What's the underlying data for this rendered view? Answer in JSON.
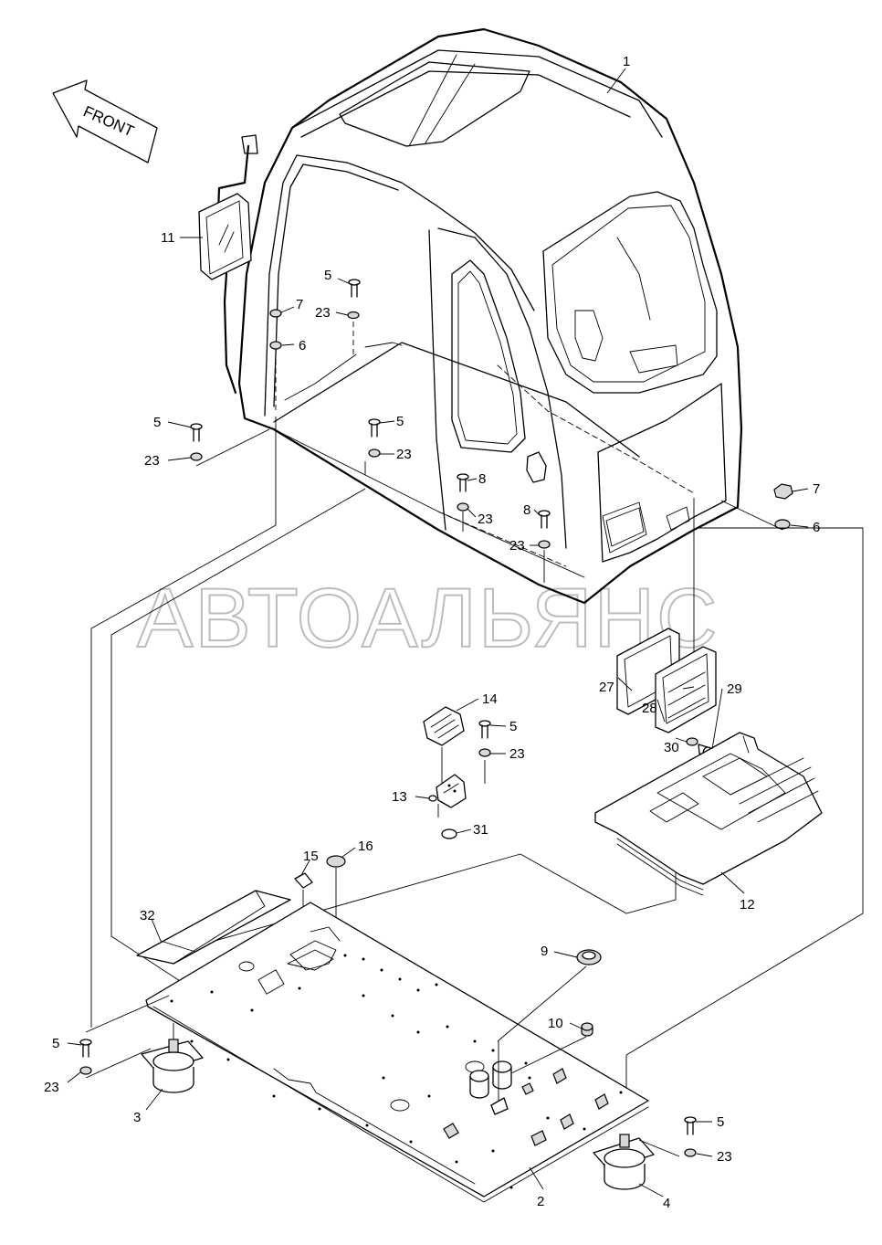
{
  "front_label": "FRONT",
  "watermark": "АВТОАЛЬЯНС",
  "callouts": [
    {
      "id": "c1",
      "text": "1"
    },
    {
      "id": "c11",
      "text": "11"
    },
    {
      "id": "c5a",
      "text": "5"
    },
    {
      "id": "c7a",
      "text": "7"
    },
    {
      "id": "c23a",
      "text": "23"
    },
    {
      "id": "c6a",
      "text": "6"
    },
    {
      "id": "c5b",
      "text": "5"
    },
    {
      "id": "c23b",
      "text": "23"
    },
    {
      "id": "c5c",
      "text": "5"
    },
    {
      "id": "c23c",
      "text": "23"
    },
    {
      "id": "c8a",
      "text": "8"
    },
    {
      "id": "c23d",
      "text": "23"
    },
    {
      "id": "c8b",
      "text": "8"
    },
    {
      "id": "c23e",
      "text": "23"
    },
    {
      "id": "c7b",
      "text": "7"
    },
    {
      "id": "c6b",
      "text": "6"
    },
    {
      "id": "c14",
      "text": "14"
    },
    {
      "id": "c5d",
      "text": "5"
    },
    {
      "id": "c23f",
      "text": "23"
    },
    {
      "id": "c13",
      "text": "13"
    },
    {
      "id": "c31",
      "text": "31"
    },
    {
      "id": "c15",
      "text": "15"
    },
    {
      "id": "c16",
      "text": "16"
    },
    {
      "id": "c32",
      "text": "32"
    },
    {
      "id": "c27",
      "text": "27"
    },
    {
      "id": "c28",
      "text": "28"
    },
    {
      "id": "c29",
      "text": "29"
    },
    {
      "id": "c30",
      "text": "30"
    },
    {
      "id": "c12",
      "text": "12"
    },
    {
      "id": "c9",
      "text": "9"
    },
    {
      "id": "c10",
      "text": "10"
    },
    {
      "id": "c5e",
      "text": "5"
    },
    {
      "id": "c23g",
      "text": "23"
    },
    {
      "id": "c3",
      "text": "3"
    },
    {
      "id": "c2",
      "text": "2"
    },
    {
      "id": "c5f",
      "text": "5"
    },
    {
      "id": "c23h",
      "text": "23"
    },
    {
      "id": "c4",
      "text": "4"
    }
  ]
}
